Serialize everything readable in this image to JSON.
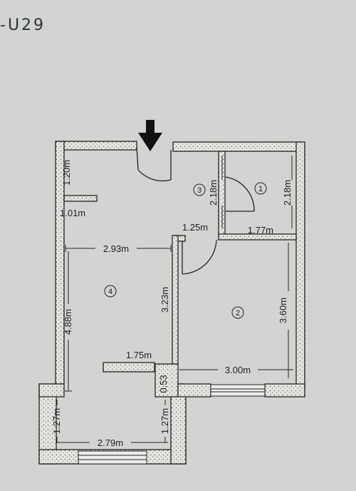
{
  "header": {
    "handwritten_code": "-U29"
  },
  "plan": {
    "rooms": [
      {
        "id": "room-1",
        "number": "1"
      },
      {
        "id": "room-2",
        "number": "2"
      },
      {
        "id": "room-3",
        "number": "3"
      },
      {
        "id": "room-4",
        "number": "4"
      }
    ],
    "dimensions": {
      "d120": "1.20m",
      "d101": "1.01m",
      "d293": "2.93m",
      "d488": "4.88m",
      "d218a": "2.18m",
      "d218b": "2.18m",
      "d125": "1.25m",
      "d177": "1.77m",
      "d323": "3.23m",
      "d360": "3.60m",
      "d300": "3.00m",
      "d175": "1.75m",
      "d053": "0.53",
      "d127a": "1.27m",
      "d127b": "1.27m",
      "d279": "2.79m"
    }
  },
  "colors": {
    "paper": "#d3d4d2",
    "wall_fill": "#e6e6e3",
    "ink": "#1d1d1f",
    "handwriting": "#2b3442"
  },
  "icons": {
    "entrance": "entrance-arrow-icon"
  }
}
